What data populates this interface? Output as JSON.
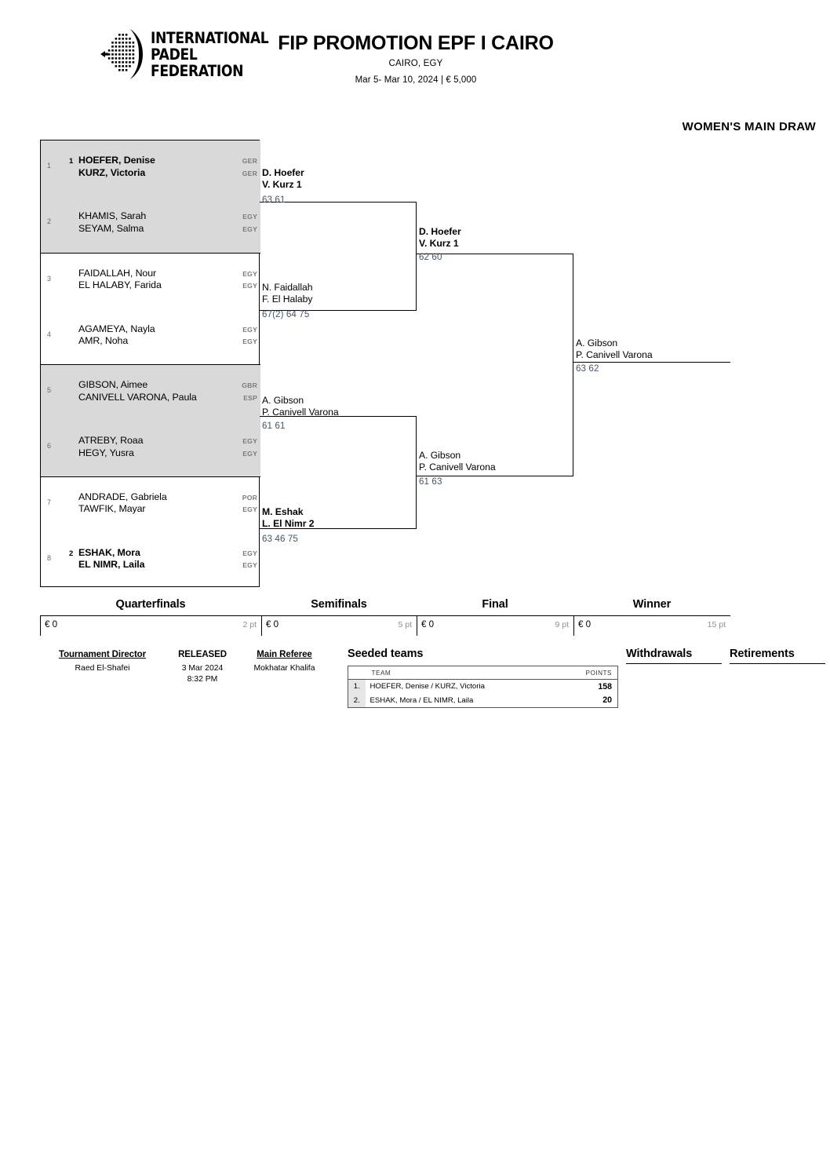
{
  "header": {
    "logo_line1": "INTERNATIONAL",
    "logo_line2": "PADEL",
    "logo_line3": "FEDERATION",
    "logo_icon": "ipf-ball-logo",
    "title": "FIP PROMOTION EPF I CAIRO",
    "location": "CAIRO, EGY",
    "dates_prize": "Mar 5- Mar 10, 2024  |  € 5,000",
    "draw_label": "WOMEN'S MAIN DRAW"
  },
  "draw": {
    "slots": [
      {
        "num": "1",
        "seed": "1",
        "player1": "HOEFER, Denise",
        "player2": "KURZ, Victoria",
        "cty1": "GER",
        "cty2": "GER",
        "bold": true
      },
      {
        "num": "2",
        "seed": "",
        "player1": "KHAMIS, Sarah",
        "player2": "SEYAM, Salma",
        "cty1": "EGY",
        "cty2": "EGY",
        "bold": false
      },
      {
        "num": "3",
        "seed": "",
        "player1": "FAIDALLAH, Nour",
        "player2": "EL HALABY, Farida",
        "cty1": "EGY",
        "cty2": "EGY",
        "bold": false
      },
      {
        "num": "4",
        "seed": "",
        "player1": "AGAMEYA, Nayla",
        "player2": "AMR, Noha",
        "cty1": "EGY",
        "cty2": "EGY",
        "bold": false
      },
      {
        "num": "5",
        "seed": "",
        "player1": "GIBSON, Aimee",
        "player2": "CANIVELL VARONA, Paula",
        "cty1": "GBR",
        "cty2": "ESP",
        "bold": false
      },
      {
        "num": "6",
        "seed": "",
        "player1": "ATREBY, Roaa",
        "player2": "HEGY, Yusra",
        "cty1": "EGY",
        "cty2": "EGY",
        "bold": false
      },
      {
        "num": "7",
        "seed": "",
        "player1": "ANDRADE, Gabriela",
        "player2": "TAWFIK, Mayar",
        "cty1": "POR",
        "cty2": "EGY",
        "bold": false
      },
      {
        "num": "8",
        "seed": "2",
        "player1": "ESHAK, Mora",
        "player2": "EL NIMR, Laila",
        "cty1": "EGY",
        "cty2": "EGY",
        "bold": true
      }
    ]
  },
  "bracket": {
    "quarterfinals": [
      {
        "line1": "D. Hoefer",
        "line2": "V. Kurz  1",
        "score": "63 61",
        "bold": true
      },
      {
        "line1": "N. Faidallah",
        "line2": "F. El Halaby",
        "score": "67(2) 64 75",
        "bold": false
      },
      {
        "line1": "A. Gibson",
        "line2": "P. Canivell Varona",
        "score": "61 61",
        "bold": false
      },
      {
        "line1": "M. Eshak",
        "line2": "L. El Nimr  2",
        "score": "63 46 75",
        "bold": true
      }
    ],
    "semifinals": [
      {
        "line1": "D. Hoefer",
        "line2": "V. Kurz  1",
        "score": "62 60",
        "bold": true
      },
      {
        "line1": "A. Gibson",
        "line2": "P. Canivell Varona",
        "score": "61 63",
        "bold": false
      }
    ],
    "final": [
      {
        "line1": "A. Gibson",
        "line2": "P. Canivell Varona",
        "score": "63 62",
        "bold": false
      }
    ]
  },
  "prize": {
    "columns": [
      {
        "round": "Quarterfinals",
        "money": "€ 0",
        "points": "2 pt"
      },
      {
        "round": "Semifinals",
        "money": "€ 0",
        "points": "5 pt"
      },
      {
        "round": "Final",
        "money": "€ 0",
        "points": "9 pt"
      },
      {
        "round": "Winner",
        "money": "€ 0",
        "points": "15 pt"
      }
    ]
  },
  "footer": {
    "tournament_director_label": "Tournament Director",
    "tournament_director_name": "Raed El-Shafei",
    "released_label": "RELEASED",
    "released_date": "3 Mar 2024",
    "released_time": "8:32 PM",
    "main_referee_label": "Main Referee",
    "main_referee_name": "Mokhatar Khalifa",
    "seeded_title": "Seeded teams",
    "seeded_col_team": "TEAM",
    "seeded_col_points": "POINTS",
    "seeded_rows": [
      {
        "rank": "1.",
        "team": "HOEFER, Denise / KURZ, Victoria",
        "points": "158"
      },
      {
        "rank": "2.",
        "team": "ESHAK, Mora / EL NIMR, Laila",
        "points": "20"
      }
    ],
    "withdrawals_label": "Withdrawals",
    "retirements_label": "Retirements"
  }
}
